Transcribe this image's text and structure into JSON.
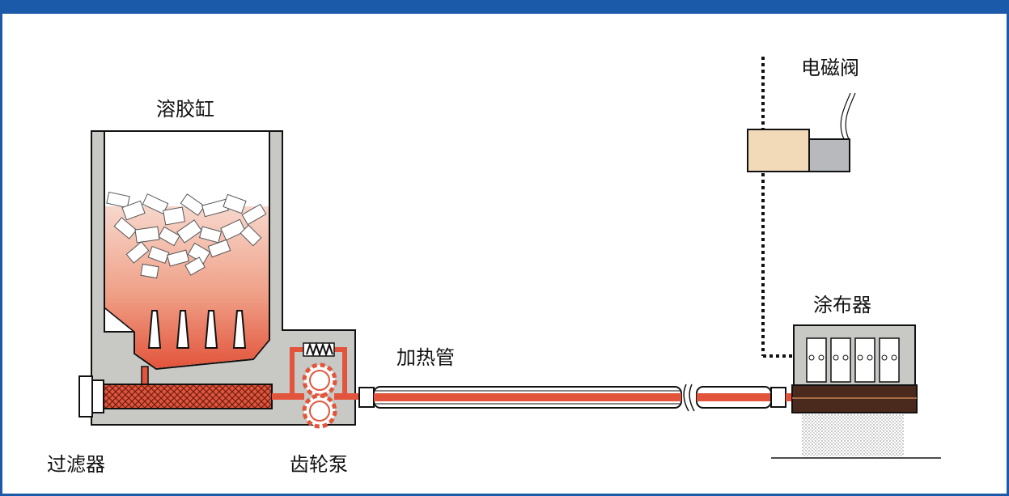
{
  "header": {
    "color": "#1a5aa8"
  },
  "labels": {
    "melt_tank": "溶胶缸",
    "filter": "过滤器",
    "gear_pump": "齿轮泵",
    "heated_hose": "加热管",
    "solenoid_valve": "电磁阀",
    "applicator": "涂布器"
  },
  "colors": {
    "frame": "#1a5aa8",
    "housing": "#c8c8c4",
    "molten_glue": "#e2553c",
    "glue_gradient_top": "#f7d7cc",
    "valve_body": "#f2d9b8",
    "valve_coil": "#b7b9bc",
    "applicator_base": "#4a2a1c"
  },
  "icons": {
    "glue_chips": "glue-chip-icon",
    "filter_mesh": "filter-mesh-icon",
    "gear": "gear-icon",
    "spring": "spring-icon",
    "signal_wire": "signal-wire-icon",
    "break_mark": "break-mark-icon"
  }
}
